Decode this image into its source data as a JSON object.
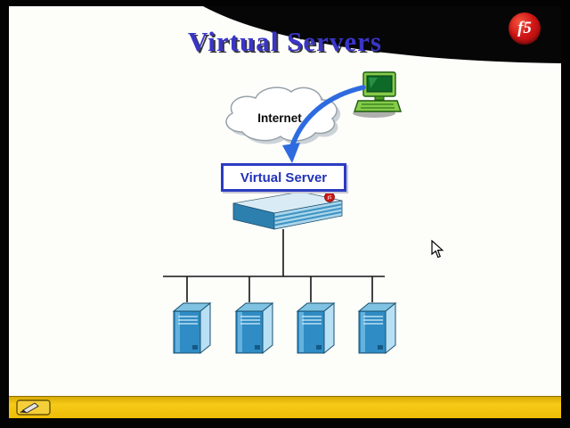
{
  "slide": {
    "title": "Virtual Servers",
    "internet_label": "Internet",
    "virtual_server_label": "Virtual Server",
    "logo_text": "f5",
    "appliance_badge": "f5",
    "server_count": 4
  },
  "colors": {
    "title_blue": "#3a35c6",
    "arrow_blue": "#2e6be0",
    "virtual_server_border": "#2b3cc0",
    "f5_red": "#d21616",
    "server_front_blue": "#2f8cc4",
    "computer_green": "#86cb4a",
    "bottom_bar_yellow": "#eec008"
  },
  "icons": {
    "logo": "f5-logo",
    "cloud": "internet-cloud-icon",
    "client": "client-computer-icon",
    "arrow": "traffic-arrow-icon",
    "appliance": "bigip-appliance-icon",
    "server": "pool-server-icon",
    "pen": "pen-tool-icon",
    "cursor": "mouse-cursor-icon"
  }
}
